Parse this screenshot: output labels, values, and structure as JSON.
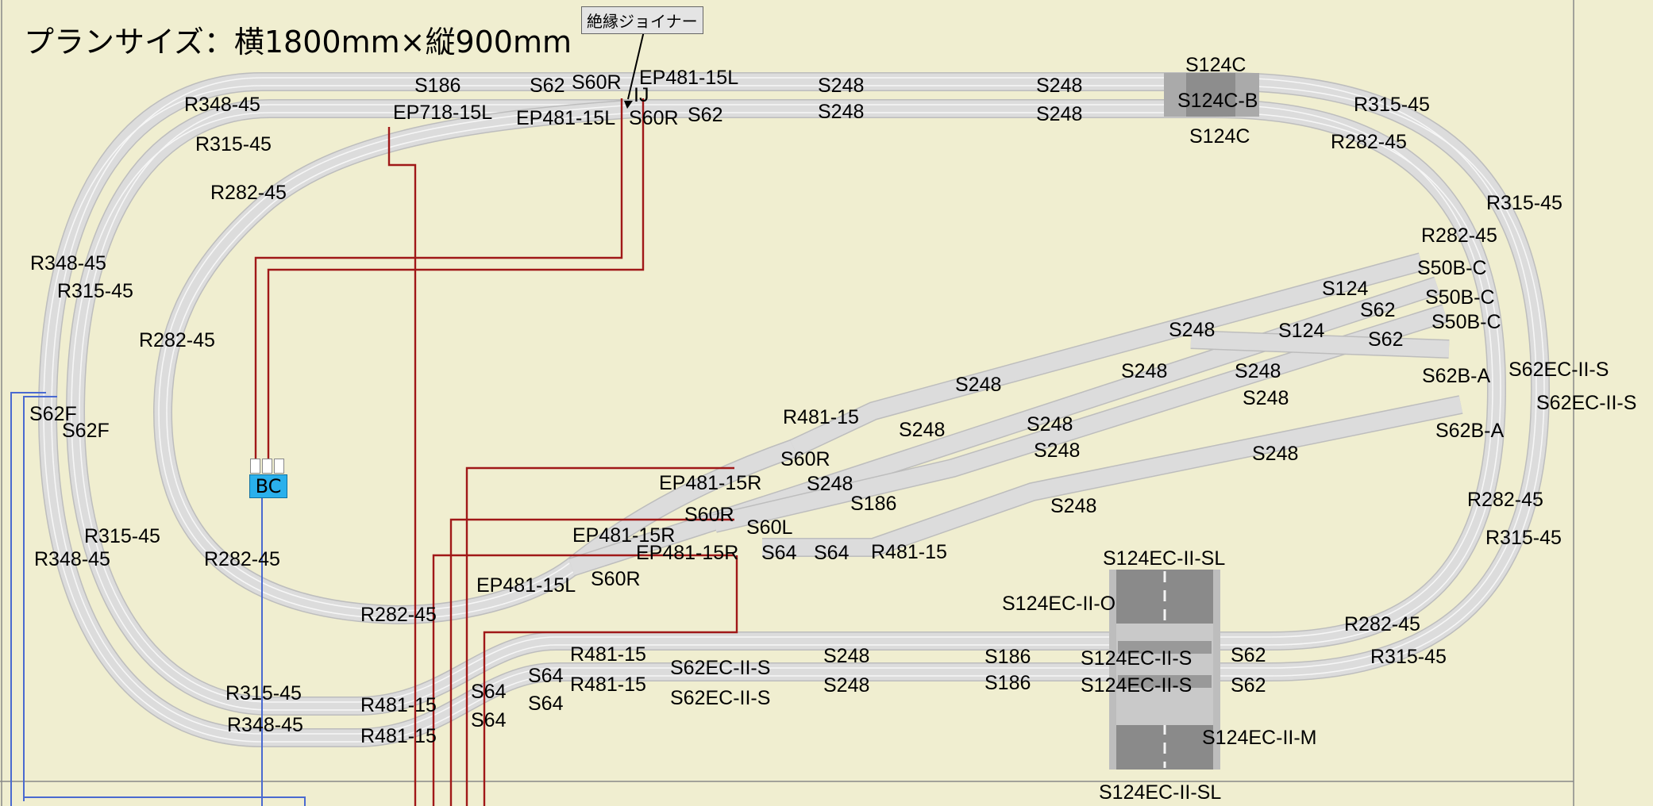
{
  "plan_title": "プランサイズ：横1800mm×縦900mm",
  "insulated_joiner_callout": "絶縁ジョイナー",
  "bc_label": "BC",
  "track_labels": {
    "s186_top": "S186",
    "s62_top": "S62",
    "s60r_top": "S60R",
    "ij": "IJ",
    "ep481_15l_top": "EP481-15L",
    "s248_top_1": "S248",
    "s248_top_2": "S248",
    "s124c_top": "S124C",
    "r348_45_tl": "R348-45",
    "ep718_15l": "EP718-15L",
    "ep481_15l_mid": "EP481-15L",
    "s60r_mid": "S60R",
    "s62_mid": "S62",
    "s248_mid_1": "S248",
    "s248_mid_2": "S248",
    "s124c_b": "S124C-B",
    "r315_45_tr": "R315-45",
    "r315_45_tl": "R315-45",
    "s124c_bot": "S124C",
    "r282_45_tr": "R282-45",
    "r282_45_tl": "R282-45",
    "r315_45_r": "R315-45",
    "r282_45_r": "R282-45",
    "r348_45_l": "R348-45",
    "r315_45_l": "R315-45",
    "s50b_c_1": "S50B-C",
    "s124_y1": "S124",
    "s50b_c_2": "S50B-C",
    "s62_y1": "S62",
    "s50b_c_3": "S50B-C",
    "s248_y1": "S248",
    "s124_y2": "S124",
    "s62_y2": "S62",
    "r282_45_l": "R282-45",
    "s62b_a_1": "S62B-A",
    "s62ec_ii_s_r1": "S62EC-II-S",
    "s248_y2": "S248",
    "s248_y3": "S248",
    "s248_y4": "S248",
    "s248_y5": "S248",
    "s62ec_ii_s_r2": "S62EC-II-S",
    "s62f_1": "S62F",
    "s62f_2": "S62F",
    "r481_15_y": "R481-15",
    "s62b_a_2": "S62B-A",
    "s248_y6": "S248",
    "s248_y7": "S248",
    "s248_y8": "S248",
    "s60r_y": "S60R",
    "s248_y9": "S248",
    "ep481_15r_1": "EP481-15R",
    "s248_y10": "S248",
    "r282_45_r2": "R282-45",
    "s186_y": "S186",
    "s60r_y2": "S60R",
    "s248_y11": "S248",
    "r315_45_bl": "R315-45",
    "s60l": "S60L",
    "ep481_15r_2": "EP481-15R",
    "r315_45_r2": "R315-45",
    "r348_45_bl": "R348-45",
    "ep481_15r_3": "EP481-15R",
    "s64_a": "S64",
    "s64_b": "S64",
    "r481_15_b": "R481-15",
    "r282_45_bl": "R282-45",
    "s124ec_ii_sl_top": "S124EC-II-SL",
    "ep481_15l_bot": "EP481-15L",
    "s60r_bot": "S60R",
    "s124ec_ii_o": "S124EC-II-O",
    "r282_45_bot": "R282-45",
    "r282_45_br": "R282-45",
    "r481_15_1": "R481-15",
    "s248_b1": "S248",
    "s186_b1": "S186",
    "s124ec_ii_s_1": "S124EC-II-S",
    "s62_b1": "S62",
    "r315_45_br": "R315-45",
    "s64_c": "S64",
    "s62ec_ii_s_1": "S62EC-II-S",
    "r481_15_2": "R481-15",
    "s248_b2": "S248",
    "s186_b2": "S186",
    "s124ec_ii_s_2": "S124EC-II-S",
    "s62_b2": "S62",
    "r315_45_bl2": "R315-45",
    "r481_15_3": "R481-15",
    "s64_d": "S64",
    "s62ec_ii_s_2": "S62EC-II-S",
    "s64_e": "S64",
    "r348_45_bl2": "R348-45",
    "r481_15_4": "R481-15",
    "s124ec_ii_m": "S124EC-II-M",
    "s124ec_ii_sl_bot": "S124EC-II-SL"
  },
  "colors": {
    "background": "#f0eed0",
    "track_bed": "#d9d9d9",
    "track_edge": "#bdbdbd",
    "rail": "#f5f5f5",
    "feeder_wire": "#a01818",
    "signal_wire": "#4a6ad0",
    "bc_box": "#2ab0ec"
  }
}
